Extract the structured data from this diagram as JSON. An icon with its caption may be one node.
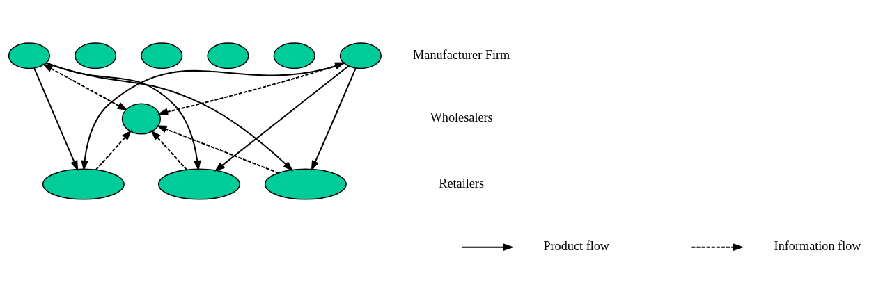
{
  "diagram": {
    "nodes": [
      {
        "text": [],
        "shape": "ellipse"
      },
      {
        "text": [],
        "shape": "ellipse"
      },
      {
        "text": [],
        "shape": "ellipse"
      },
      {
        "text": [],
        "shape": "ellipse"
      },
      {
        "text": [],
        "shape": "ellipse"
      },
      {
        "text": [],
        "shape": "ellipse"
      },
      {
        "text": [],
        "shape": "ellipse"
      },
      {
        "text": [],
        "shape": "ellipse"
      },
      {
        "text": [],
        "shape": "ellipse"
      },
      {
        "text": [],
        "shape": "ellipse"
      }
    ],
    "edges": [
      {
        "from": 0,
        "to": 7,
        "arrow": "to"
      },
      {
        "from": 0,
        "to": 8,
        "arrow": "to"
      },
      {
        "from": 0,
        "to": 9,
        "arrow": "to"
      },
      {
        "from": 5,
        "to": 7,
        "arrow": "to"
      },
      {
        "from": 5,
        "to": 8,
        "arrow": "to"
      },
      {
        "from": 5,
        "to": 9,
        "arrow": "to"
      },
      {
        "from": 6,
        "to": 0,
        "arrow": "both",
        "style": "dashed"
      },
      {
        "from": 6,
        "to": 5,
        "arrow": "both",
        "style": "dashed"
      },
      {
        "from": 7,
        "to": 6,
        "arrow": "to",
        "style": "dashed"
      },
      {
        "from": 8,
        "to": 6,
        "arrow": "to",
        "style": "dashed"
      },
      {
        "from": 9,
        "to": 6,
        "arrow": "to",
        "style": "dashed"
      }
    ],
    "labels": [
      "Manufacturer Firm",
      "Wholesalers",
      "Retailers"
    ],
    "legend": [
      {
        "text": "Product flow"
      },
      {
        "text": "Information flow"
      }
    ]
  }
}
